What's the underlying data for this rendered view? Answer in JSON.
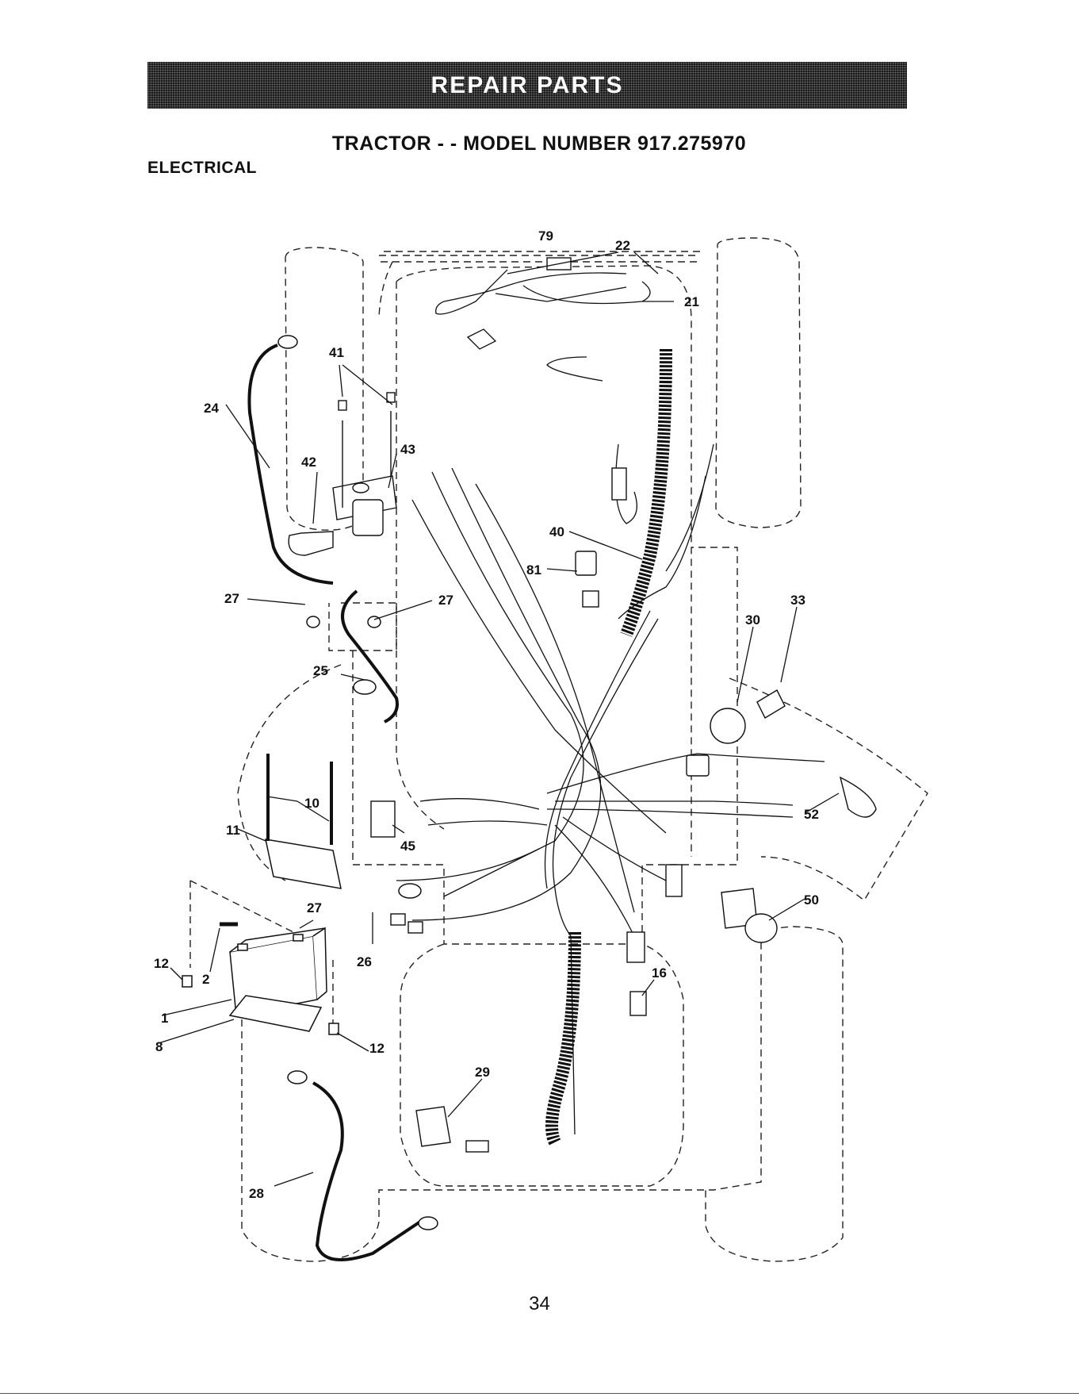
{
  "header": {
    "banner": "REPAIR PARTS",
    "model_title": "TRACTOR - - MODEL NUMBER 917.275970",
    "section": "ELECTRICAL"
  },
  "callouts": [
    {
      "id": "22",
      "label": "22"
    },
    {
      "id": "79",
      "label": "79"
    },
    {
      "id": "21",
      "label": "21"
    },
    {
      "id": "41",
      "label": "41"
    },
    {
      "id": "24",
      "label": "24"
    },
    {
      "id": "42",
      "label": "42"
    },
    {
      "id": "43",
      "label": "43"
    },
    {
      "id": "40",
      "label": "40"
    },
    {
      "id": "81",
      "label": "81"
    },
    {
      "id": "27a",
      "label": "27"
    },
    {
      "id": "27b",
      "label": "27"
    },
    {
      "id": "33",
      "label": "33"
    },
    {
      "id": "30",
      "label": "30"
    },
    {
      "id": "25",
      "label": "25"
    },
    {
      "id": "10",
      "label": "10"
    },
    {
      "id": "11",
      "label": "11"
    },
    {
      "id": "45",
      "label": "45"
    },
    {
      "id": "52",
      "label": "52"
    },
    {
      "id": "27c",
      "label": "27"
    },
    {
      "id": "50",
      "label": "50"
    },
    {
      "id": "12a",
      "label": "12"
    },
    {
      "id": "2",
      "label": "2"
    },
    {
      "id": "26",
      "label": "26"
    },
    {
      "id": "1",
      "label": "1"
    },
    {
      "id": "16",
      "label": "16"
    },
    {
      "id": "8",
      "label": "8"
    },
    {
      "id": "12b",
      "label": "12"
    },
    {
      "id": "29",
      "label": "29"
    },
    {
      "id": "28",
      "label": "28"
    }
  ],
  "footer": {
    "page_number": "34"
  }
}
